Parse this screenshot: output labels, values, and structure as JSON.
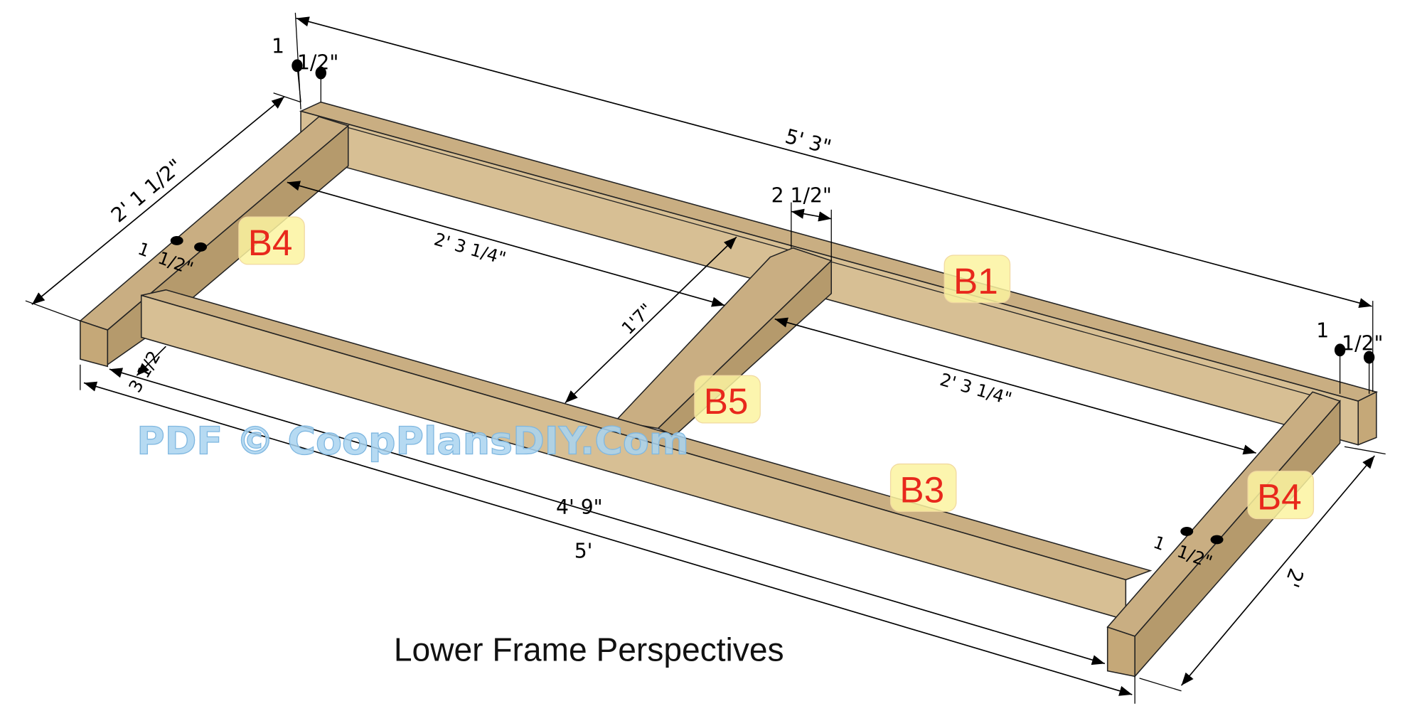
{
  "title": "Lower Frame Perspectives",
  "watermark": "PDF © CoopPlansDIY.Com",
  "part_labels": {
    "b4_left": "B4",
    "b1": "B1",
    "b5": "B5",
    "b3": "B3",
    "b4_right": "B4"
  },
  "dimensions": {
    "overall_back_length": "5' 3\"",
    "left_width": "2' 1 1/2\"",
    "inner_span_left": "2' 3 1/4\"",
    "inner_span_right": "2' 3 1/4\"",
    "inner_depth": "1'7\"",
    "front_inner_length": "4' 9\"",
    "front_overall_length": "5'",
    "right_width": "2'",
    "board_height": "3 1/2",
    "middle_board_width": "2 1/2\"",
    "board_thickness_top_left_a": "1",
    "board_thickness_top_left_b": "1/2\"",
    "board_thickness_left_a": "1",
    "board_thickness_left_b": "1/2\"",
    "board_thickness_top_right_a": "1",
    "board_thickness_top_right_b": "1/2\"",
    "board_thickness_right_a": "1",
    "board_thickness_right_b": "1/2\""
  },
  "colors": {
    "label_text": "#e8281c",
    "label_background": "#fbf3a0",
    "wood": "#c9ae82",
    "watermark": "#a9d4f0"
  }
}
